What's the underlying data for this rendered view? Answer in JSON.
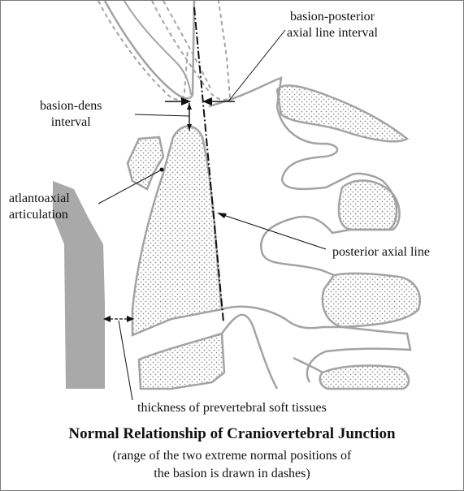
{
  "colors": {
    "bone_outline": "#a3a3a3",
    "bone_stipple": "#8c8c8c",
    "soft_tissue": "#a9a9a9",
    "line": "#111111"
  },
  "labels": {
    "basion_posterior_line1": "basion-posterior",
    "basion_posterior_line2": "axial line interval",
    "basion_dens_line1": "basion-dens",
    "basion_dens_line2": "interval",
    "atlantoaxial_line1": "atlantoaxial",
    "atlantoaxial_line2": "articulation",
    "posterior_axial_line": "posterior axial line",
    "prevertebral": "thickness of prevertebral soft tissues"
  },
  "title": "Normal Relationship of Craniovertebral Junction",
  "caption": {
    "line1": "(range of the two extreme normal positions of",
    "line2": "the basion is drawn in dashes)"
  }
}
